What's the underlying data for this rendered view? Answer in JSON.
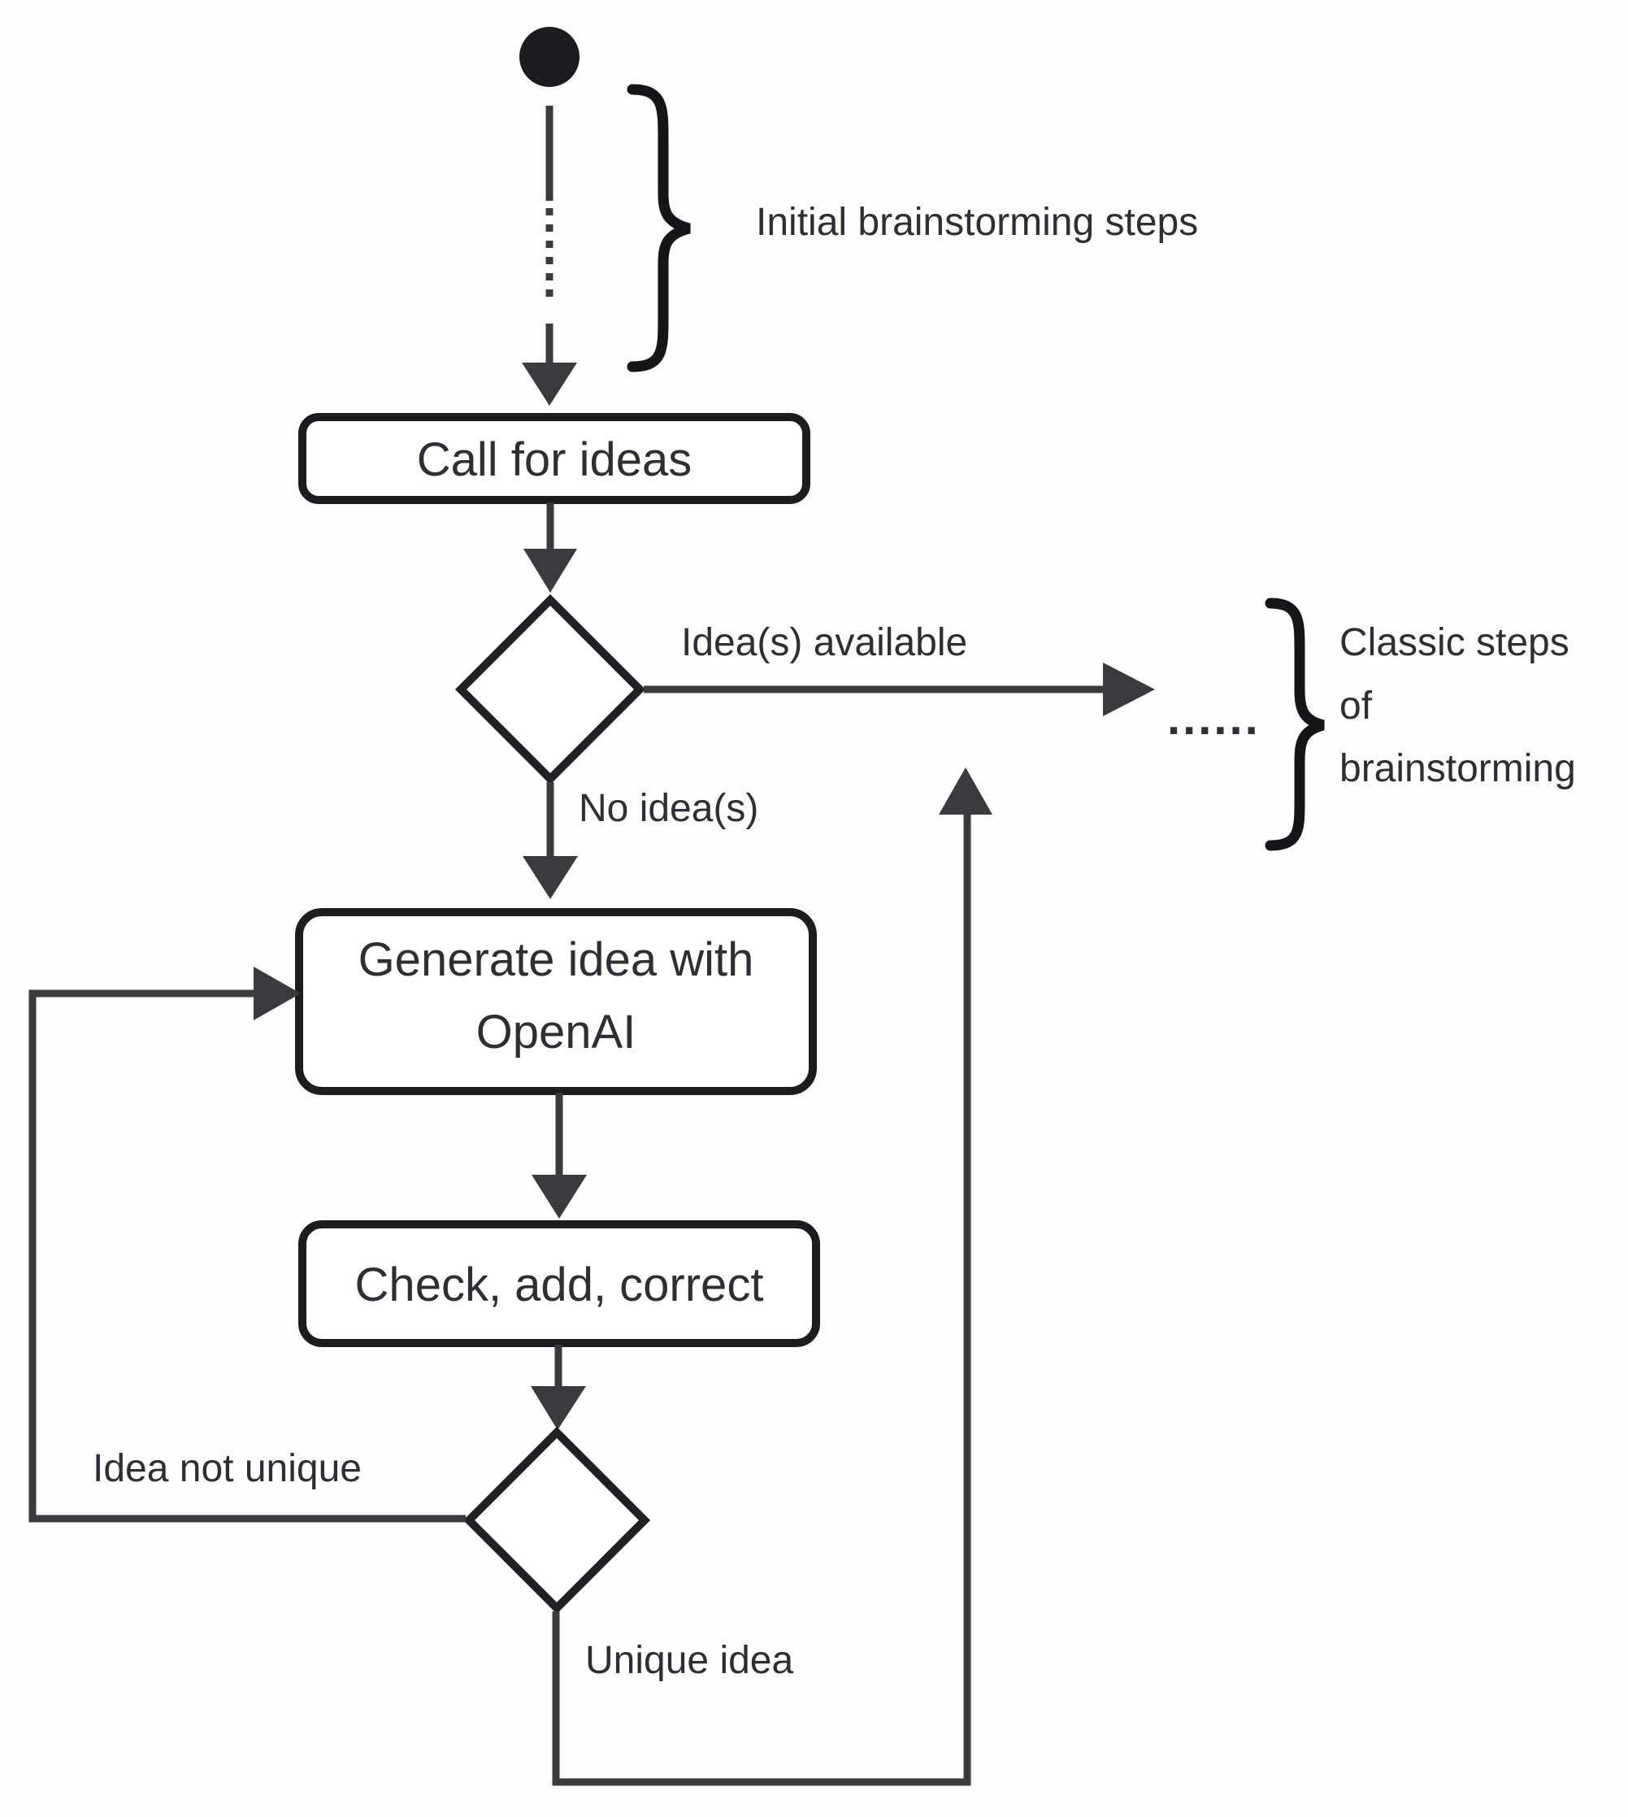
{
  "diagram": {
    "type": "activity-flowchart",
    "background": "#fdfdfd",
    "colors": {
      "line": "#3b3b3e",
      "node_border": "#1d1d20",
      "text": "#2e2e33",
      "brace": "#161618"
    },
    "nodes": {
      "start": {
        "shape": "filled-circle"
      },
      "call_for_ideas": {
        "label": "Call for ideas"
      },
      "generate_idea": {
        "line1": "Generate idea with",
        "line2": "OpenAI"
      },
      "check_add_correct": {
        "label": "Check, add, correct"
      },
      "decision_ideas": {
        "shape": "diamond"
      },
      "decision_unique": {
        "shape": "diamond"
      }
    },
    "edge_labels": {
      "ideas_available": "Idea(s) available",
      "no_ideas": "No idea(s)",
      "idea_not_unique": "Idea not unique",
      "unique_idea": "Unique idea"
    },
    "annotations": {
      "initial_steps": "Initial brainstorming steps",
      "classic_steps": [
        "Classic steps",
        "of",
        "brainstorming"
      ],
      "ellipsis": "......"
    }
  }
}
